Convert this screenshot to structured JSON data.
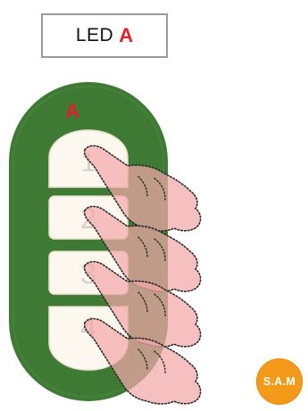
{
  "title": {
    "text": "LED",
    "letter": "A",
    "letter_color": "#e41e26"
  },
  "remote": {
    "body_color": "#3f7a35",
    "badge_letter": "A",
    "badge_color": "#e41e26",
    "buttons": [
      {
        "label": "1"
      },
      {
        "label": "2"
      },
      {
        "label": "3"
      },
      {
        "label": "4"
      }
    ]
  },
  "badge": {
    "text": "S.A.M",
    "color": "#f39a1a"
  },
  "icons": {
    "finger_press": "pressing-finger-icon"
  }
}
